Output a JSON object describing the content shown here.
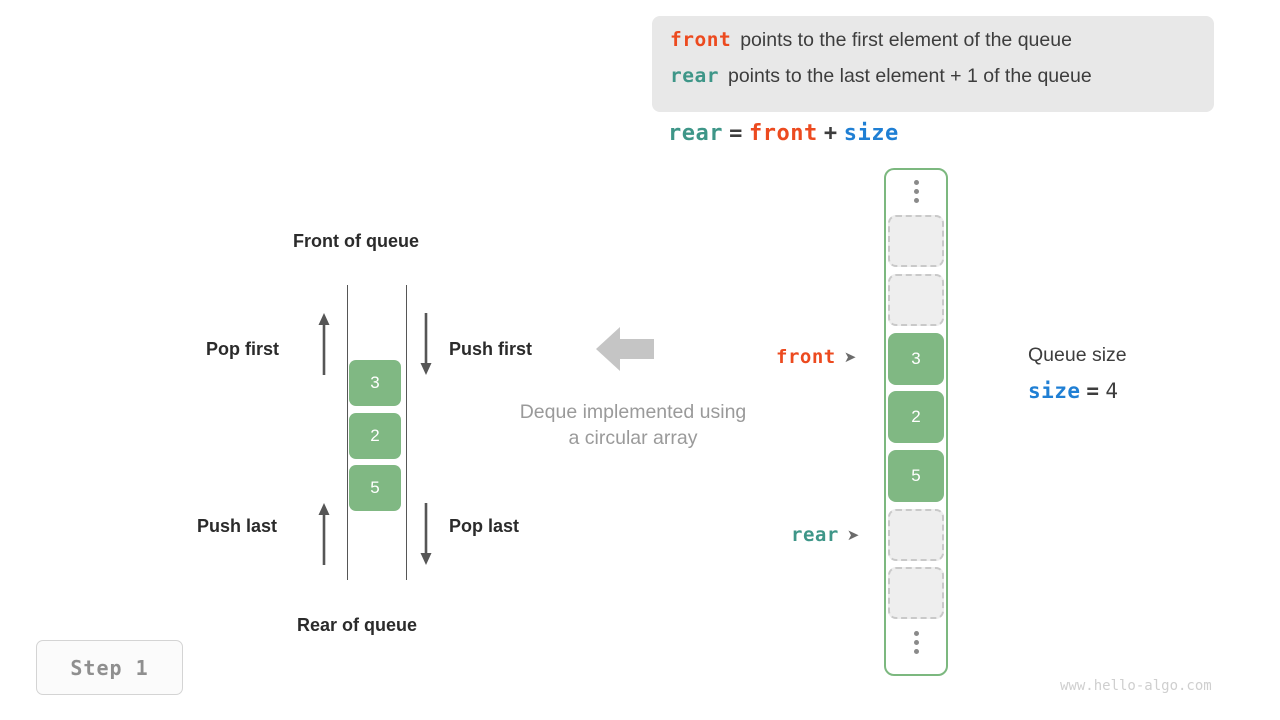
{
  "legend": {
    "lines": [
      {
        "term": "front",
        "term_color": "#ec4a1f",
        "text": "points to the first element of the queue"
      },
      {
        "term": "rear",
        "term_color": "#3e9688",
        "text": "points to the last element + 1 of the queue"
      }
    ]
  },
  "equation": {
    "lhs": "rear",
    "eq": "=",
    "rhs1": "front",
    "plus": "+",
    "rhs2": "size"
  },
  "deque": {
    "title_top": "Front of queue",
    "title_bottom": "Rear of queue",
    "operations": [
      {
        "label": "Pop first",
        "direction": "up"
      },
      {
        "label": "Push first",
        "direction": "down"
      },
      {
        "label": "Push last",
        "direction": "up"
      },
      {
        "label": "Pop last",
        "direction": "down"
      }
    ],
    "cells": [
      "3",
      "2",
      "5"
    ],
    "caption_line_1": "Deque implemented using",
    "caption_line_2": "a circular array"
  },
  "array": {
    "cells": [
      {
        "value": "",
        "state": "empty"
      },
      {
        "value": "",
        "state": "empty"
      },
      {
        "value": "3",
        "state": "filled"
      },
      {
        "value": "2",
        "state": "filled"
      },
      {
        "value": "5",
        "state": "filled"
      },
      {
        "value": "",
        "state": "empty"
      },
      {
        "value": "",
        "state": "empty"
      }
    ],
    "pointers": [
      {
        "name": "front",
        "color": "#ec4a1f",
        "tick": "➤"
      },
      {
        "name": "rear",
        "color": "#3e9688",
        "tick": "➤"
      }
    ]
  },
  "queue_size": {
    "label": "Queue size",
    "var": "size",
    "eq": "=",
    "value": "4"
  },
  "step_badge": "Step 1",
  "footer_url": "www.hello-algo.com",
  "colors": {
    "green_fill": "#80b883",
    "green_border": "#7cb87f",
    "front": "#ec4a1f",
    "rear": "#3e9688",
    "size": "#1f7fd4",
    "legend_bg": "#e8e8e8",
    "big_arrow": "#c5c5c5",
    "caption": "#9a9a9a"
  }
}
